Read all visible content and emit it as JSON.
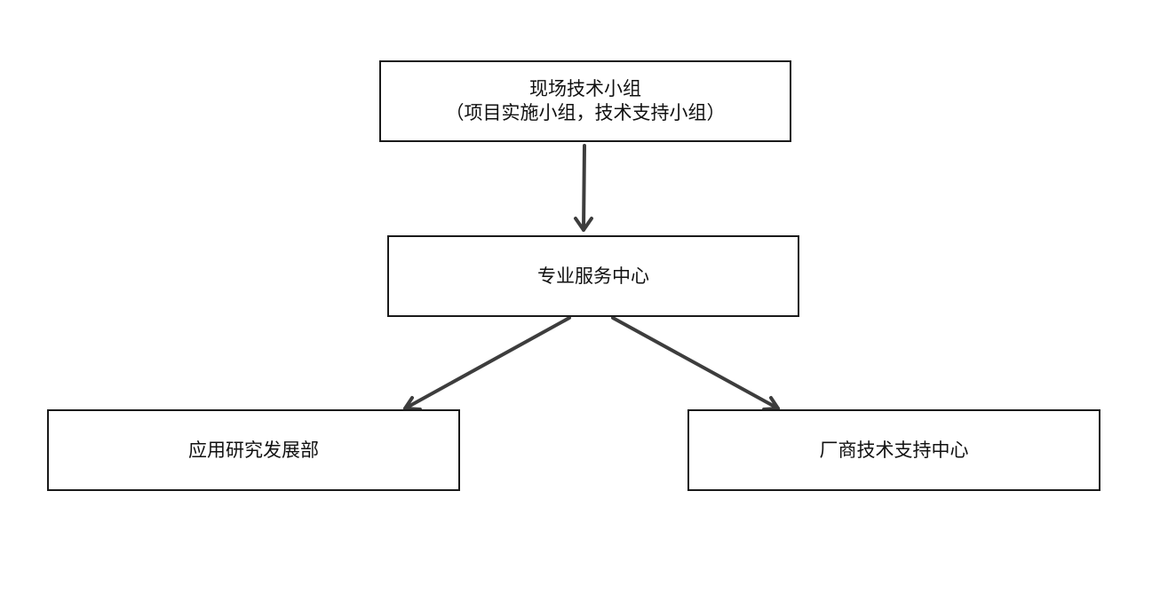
{
  "diagram": {
    "nodes": [
      {
        "id": "field-team",
        "lines": [
          "现场技术小组",
          "（项目实施小组，技术支持小组）"
        ]
      },
      {
        "id": "service-center",
        "lines": [
          "专业服务中心"
        ]
      },
      {
        "id": "app-research",
        "lines": [
          "应用研究发展部"
        ]
      },
      {
        "id": "vendor-support",
        "lines": [
          "厂商技术支持中心"
        ]
      }
    ],
    "edges": [
      {
        "from": "field-team",
        "to": "service-center"
      },
      {
        "from": "service-center",
        "to": "app-research"
      },
      {
        "from": "service-center",
        "to": "vendor-support"
      }
    ],
    "colors": {
      "border": "#1a1a1a",
      "connector": "#3d3d3d",
      "background": "#ffffff"
    }
  }
}
